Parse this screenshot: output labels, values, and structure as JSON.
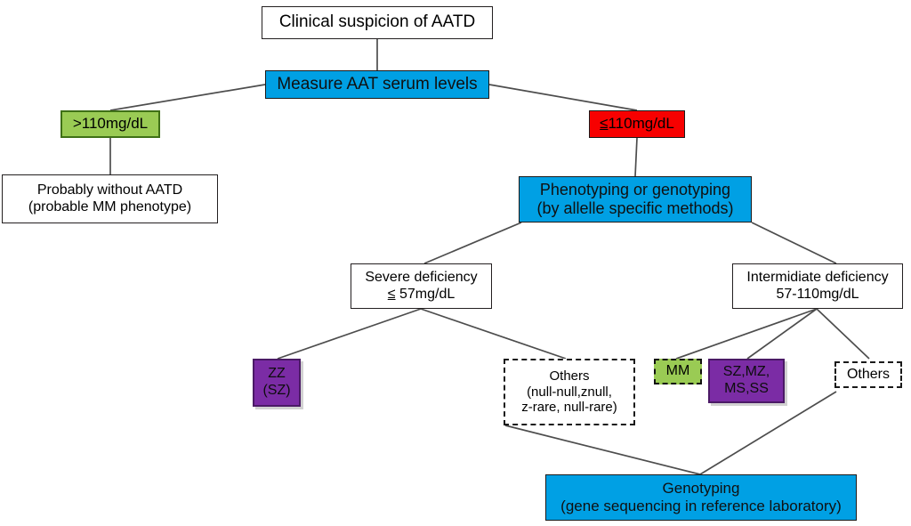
{
  "diagram": {
    "title": "Clinical suspicion of AATD diagnostic algorithm",
    "colors": {
      "blue": "#00A0E4",
      "green": "#9ACB54",
      "green_border": "#3F7016",
      "red": "#F70000",
      "purple": "#7B2CA5",
      "line": "#4d4d4d",
      "text": "#000000",
      "white": "#FFFFFF"
    }
  },
  "nodes": {
    "clinical_suspicion": {
      "line1": "Clinical suspicion of AATD"
    },
    "measure_serum": {
      "line1": "Measure AAT serum levels"
    },
    "above_110": {
      "line1": ">110mg/dL"
    },
    "below_110": {
      "prefix": "≤",
      "line1": "110mg/dL"
    },
    "probably_without": {
      "line1": "Probably without AATD",
      "line2": "(probable MM phenotype)"
    },
    "phenotyping": {
      "line1": "Phenotyping or genotyping",
      "line2": "(by allelle specific methods)"
    },
    "severe_deficiency": {
      "line1": "Severe deficiency",
      "prefix": "≤",
      "line2": " 57mg/dL"
    },
    "intermediate_deficiency": {
      "line1": "Intermidiate deficiency",
      "line2": "57-110mg/dL"
    },
    "zz_sz": {
      "line1": "ZZ",
      "line2": "(SZ)"
    },
    "others_severe": {
      "line1": "Others",
      "line2": "(null-null,znull,",
      "line3": "z-rare, null-rare)"
    },
    "mm": {
      "line1": "MM"
    },
    "sz_mz_ms_ss": {
      "line1": "SZ,MZ,",
      "line2": "MS,SS"
    },
    "others_intermediate": {
      "line1": "Others"
    },
    "genotyping": {
      "line1": "Genotyping",
      "line2": "(gene sequencing in reference laboratory)"
    }
  }
}
